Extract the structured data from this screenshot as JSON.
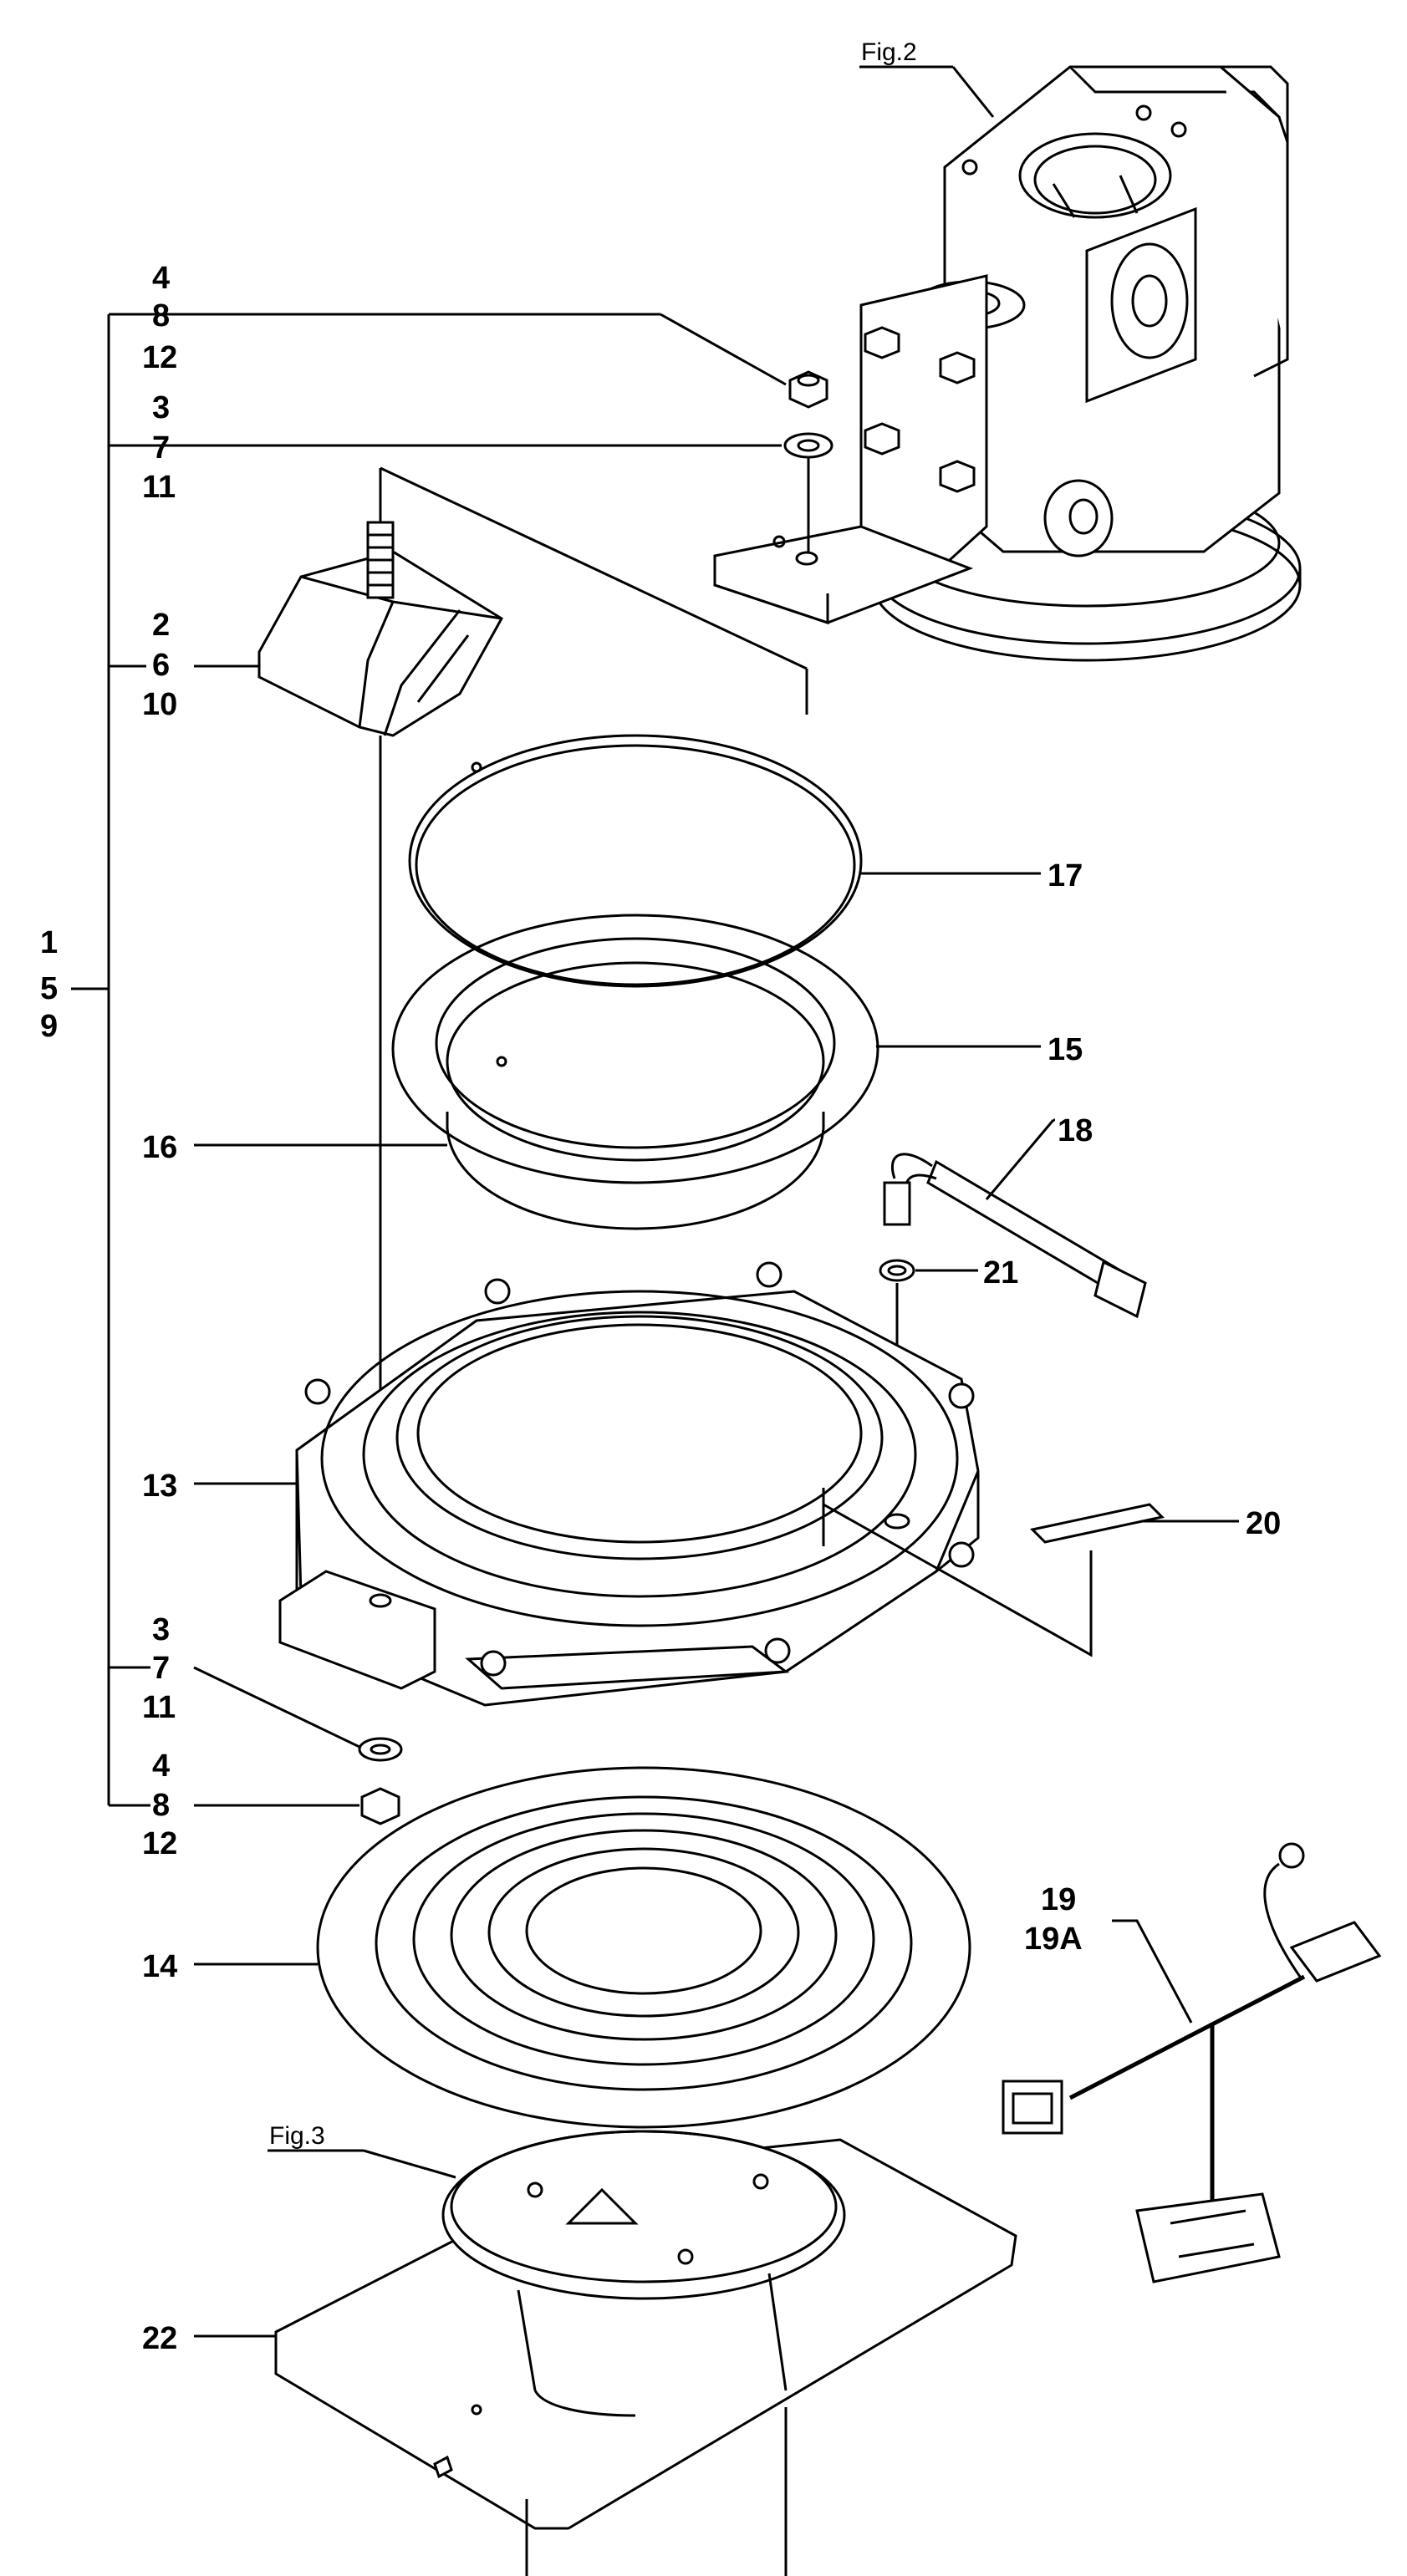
{
  "figure_refs": {
    "fig2": "Fig.2",
    "fig3": "Fig.3"
  },
  "callouts": {
    "group_1_5_9": [
      "1",
      "5",
      "9"
    ],
    "group_2_6_10": [
      "2",
      "6",
      "10"
    ],
    "group_3_7_11_top": [
      "3",
      "7",
      "11"
    ],
    "group_4_8_12_top": [
      "4",
      "8",
      "12"
    ],
    "group_3_7_11_bottom": [
      "3",
      "7",
      "11"
    ],
    "group_4_8_12_bottom": [
      "4",
      "8",
      "12"
    ],
    "part_13": "13",
    "part_14": "14",
    "part_15": "15",
    "part_16": "16",
    "part_17": "17",
    "part_18": "18",
    "part_19": [
      "19",
      "19A"
    ],
    "part_20": "20",
    "part_21": "21",
    "part_22": "22"
  }
}
